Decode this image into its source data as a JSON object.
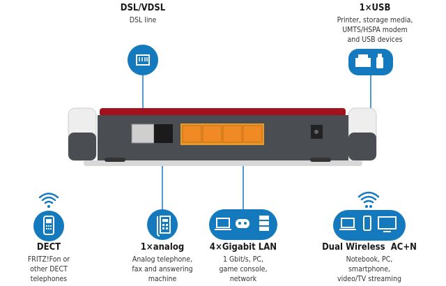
{
  "colors": {
    "accent": "#1479bd",
    "router_red": "#a3121c",
    "router_body": "#4a4d52",
    "lan_port": "#f08a24"
  },
  "dsl": {
    "title": "DSL/VDSL",
    "desc": [
      "DSL line"
    ],
    "icon": "dsl-port-icon"
  },
  "usb": {
    "title": "1×USB",
    "desc": [
      "Printer, storage media,",
      "UMTS/HSPA modem",
      "and USB devices"
    ],
    "icon": "printer-usb-icon"
  },
  "dect": {
    "title": "DECT",
    "desc": [
      "FRITZ!Fon or",
      "other DECT",
      "telephones"
    ],
    "icon": "cordless-phone-icon"
  },
  "analog": {
    "title": "1×analog",
    "desc": [
      "Analog telephone,",
      "fax and answering",
      "machine"
    ],
    "icon": "desk-phone-icon"
  },
  "lan": {
    "title": "4×Gigabit LAN",
    "desc": [
      "1 Gbit/s, PC,",
      "game console,",
      "network"
    ],
    "icon": "laptop-gamepad-server-icon"
  },
  "wireless": {
    "title": "Dual Wireless  AC+N",
    "desc": [
      "Notebook, PC,",
      "smartphone,",
      "video/TV streaming"
    ],
    "icon": "laptop-phone-monitor-icon"
  }
}
